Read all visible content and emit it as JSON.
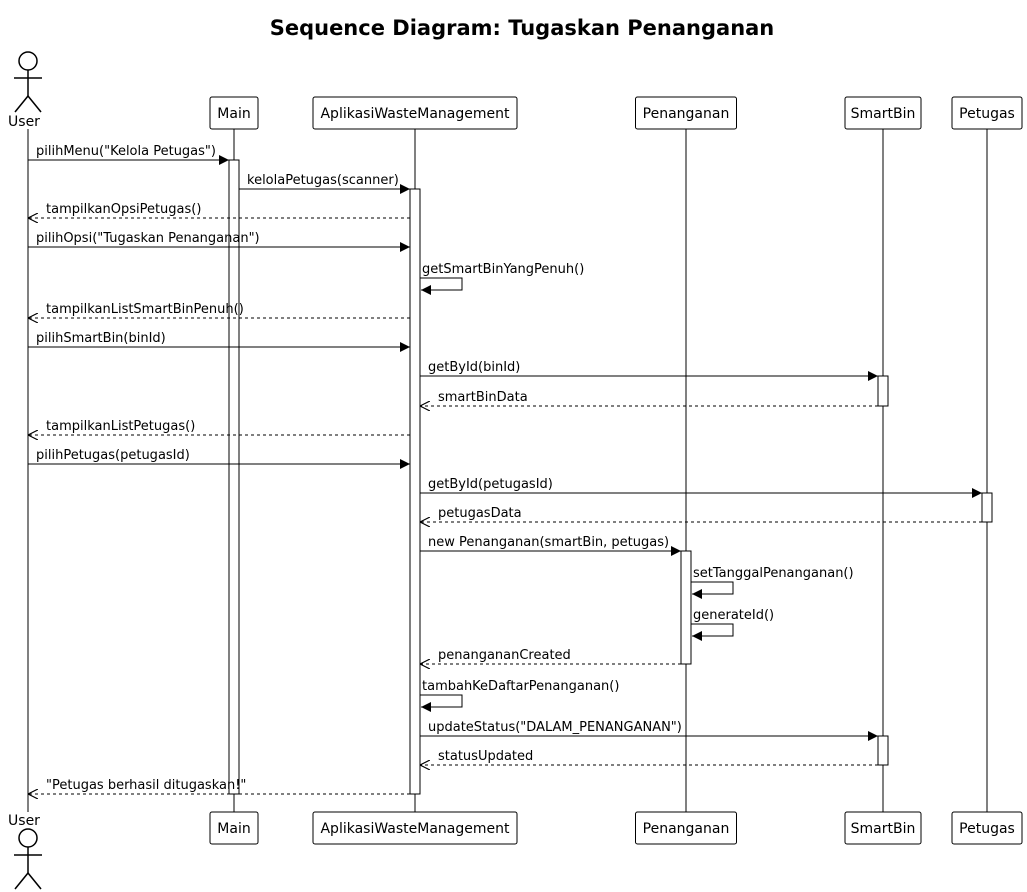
{
  "diagram": {
    "title": "Sequence Diagram: Tugaskan Penanganan",
    "participants": [
      {
        "id": "user",
        "label": "User",
        "kind": "actor"
      },
      {
        "id": "main",
        "label": "Main",
        "kind": "participant"
      },
      {
        "id": "app",
        "label": "AplikasiWasteManagement",
        "kind": "participant"
      },
      {
        "id": "penanganan",
        "label": "Penanganan",
        "kind": "participant"
      },
      {
        "id": "smartbin",
        "label": "SmartBin",
        "kind": "participant"
      },
      {
        "id": "petugas",
        "label": "Petugas",
        "kind": "participant"
      }
    ],
    "messages": [
      {
        "from": "user",
        "to": "main",
        "label": "pilihMenu(\"Kelola Petugas\")",
        "type": "sync"
      },
      {
        "from": "main",
        "to": "app",
        "label": "kelolaPetugas(scanner)",
        "type": "sync"
      },
      {
        "from": "app",
        "to": "user",
        "label": "tampilkanOpsiPetugas()",
        "type": "return"
      },
      {
        "from": "user",
        "to": "app",
        "label": "pilihOpsi(\"Tugaskan Penanganan\")",
        "type": "sync"
      },
      {
        "from": "app",
        "to": "app",
        "label": "getSmartBinYangPenuh()",
        "type": "self"
      },
      {
        "from": "app",
        "to": "user",
        "label": "tampilkanListSmartBinPenuh()",
        "type": "return"
      },
      {
        "from": "user",
        "to": "app",
        "label": "pilihSmartBin(binId)",
        "type": "sync"
      },
      {
        "from": "app",
        "to": "smartbin",
        "label": "getById(binId)",
        "type": "sync"
      },
      {
        "from": "smartbin",
        "to": "app",
        "label": "smartBinData",
        "type": "return"
      },
      {
        "from": "app",
        "to": "user",
        "label": "tampilkanListPetugas()",
        "type": "return"
      },
      {
        "from": "user",
        "to": "app",
        "label": "pilihPetugas(petugasId)",
        "type": "sync"
      },
      {
        "from": "app",
        "to": "petugas",
        "label": "getById(petugasId)",
        "type": "sync"
      },
      {
        "from": "petugas",
        "to": "app",
        "label": "petugasData",
        "type": "return"
      },
      {
        "from": "app",
        "to": "penanganan",
        "label": "new Penanganan(smartBin, petugas)",
        "type": "sync"
      },
      {
        "from": "penanganan",
        "to": "penanganan",
        "label": "setTanggalPenanganan()",
        "type": "self"
      },
      {
        "from": "penanganan",
        "to": "penanganan",
        "label": "generateId()",
        "type": "self"
      },
      {
        "from": "penanganan",
        "to": "app",
        "label": "penangananCreated",
        "type": "return"
      },
      {
        "from": "app",
        "to": "app",
        "label": "tambahKeDaftarPenanganan()",
        "type": "self"
      },
      {
        "from": "app",
        "to": "smartbin",
        "label": "updateStatus(\"DALAM_PENANGANAN\")",
        "type": "sync"
      },
      {
        "from": "smartbin",
        "to": "app",
        "label": "statusUpdated",
        "type": "return"
      },
      {
        "from": "app",
        "to": "user",
        "label": "\"Petugas berhasil ditugaskan!\"",
        "type": "return"
      }
    ]
  }
}
